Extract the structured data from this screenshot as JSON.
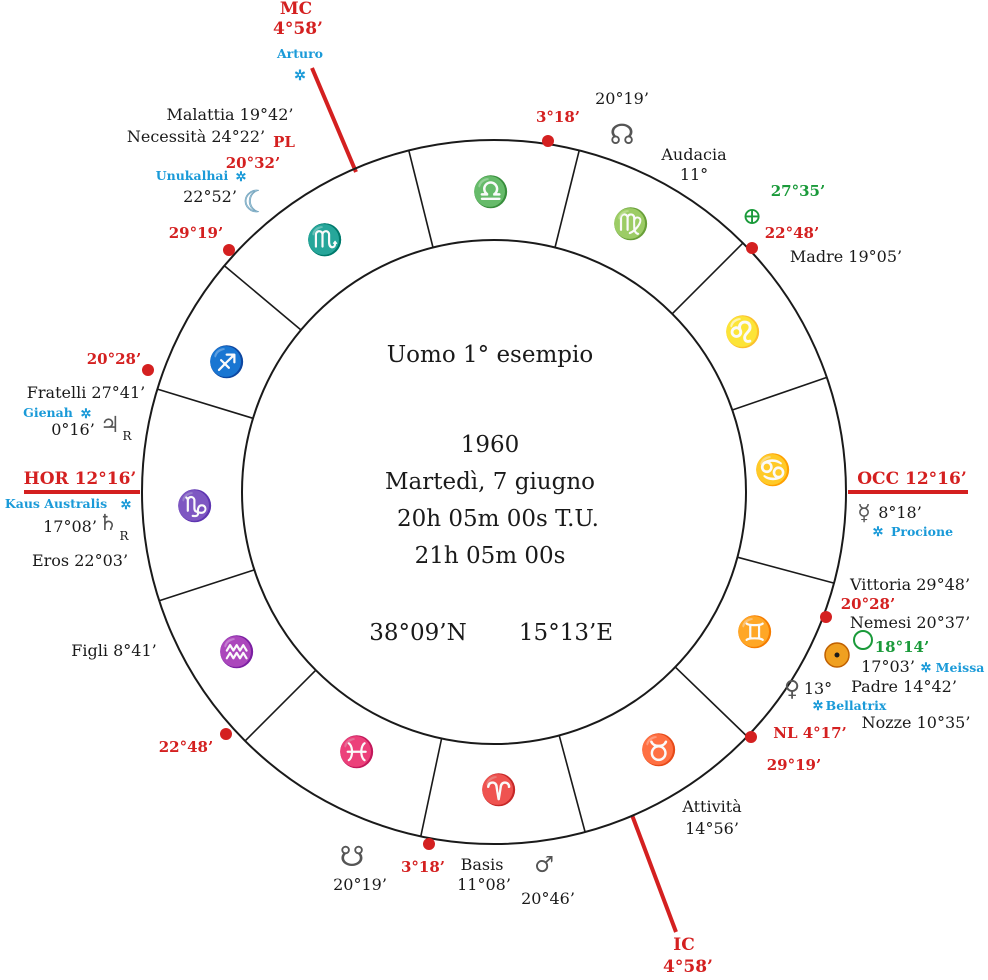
{
  "center": {
    "title": "Uomo 1° esempio",
    "year": "1960",
    "date": "Martedì, 7 giugno",
    "time_ut": "20h 05m 00s T.U.",
    "time_local": "21h 05m 00s",
    "latitude": "38°09’N",
    "longitude": "15°13’E"
  },
  "angles": {
    "mc_label": "MC",
    "mc_deg": "4°58’",
    "ic_label": "IC",
    "ic_deg": "4°58’",
    "asc": "HOR 12°16’",
    "desc": "OCC 12°16’"
  },
  "zodiac": {
    "libra": "♎",
    "virgo": "♍",
    "leo": "♌",
    "cancer": "♋",
    "gemini": "♊",
    "taurus": "♉",
    "aries": "♈",
    "pisces": "♓",
    "aquarius": "♒",
    "capricorn": "♑",
    "sagittarius": "♐",
    "scorpio": "♏"
  },
  "cusps": {
    "c_3_18_top": "3°18’",
    "c_22_48_top": "22°48’",
    "c_29_19_top": "29°19’",
    "c_20_28_left": "20°28’",
    "c_20_28_right": "20°28’",
    "c_29_19_bottom": "29°19’",
    "c_3_18_bottom": "3°18’",
    "c_22_48_bottom": "22°48’"
  },
  "points": {
    "arturo": "Arturo",
    "malattia": "Malattia 19°42’",
    "necessita": "Necessità 24°22’",
    "pl": "PL",
    "pl_deg": "20°32’",
    "unukalhai": "Unukalhai",
    "moon_glyph": "☾",
    "moon_deg": "22°52’",
    "node_n_glyph": "☊",
    "node_n_deg": "20°19’",
    "audacia": "Audacia",
    "audacia_deg": "11°",
    "fortuna_glyph": "⊕",
    "fortuna_deg": "27°35’",
    "madre": "Madre 19°05’",
    "fratelli": "Fratelli 27°41’",
    "gienah": "Gienah",
    "jupiter_glyph": "♃",
    "jupiter_r": "R",
    "jupiter_deg": "0°16’",
    "kaus": "Kaus Australis",
    "saturn_glyph": "♄",
    "saturn_r": "R",
    "saturn_deg": "17°08’",
    "eros": "Eros 22°03’",
    "figli": "Figli 8°41’",
    "mercury_glyph": "☿",
    "mercury_deg": "8°18’",
    "procione": "Procione",
    "vittoria": "Vittoria  29°48’",
    "nemesi": "Nemesi 20°37’",
    "lilith_deg": "18°14’",
    "sun_deg": "17°03’",
    "meissa": "Meissa",
    "venus_glyph": "♀",
    "venus_deg": "13°",
    "padre": "Padre 14°42’",
    "bellatrix": "Bellatrix",
    "nozze": "Nozze 10°35’",
    "nl": "NL 4°17’",
    "attivita": "Attività",
    "attivita_deg": "14°56’",
    "basis": "Basis",
    "basis_deg": "11°08’",
    "mars_glyph": "♂",
    "mars_deg": "20°46’",
    "node_s_glyph": "☋",
    "node_s_deg": "20°19’"
  },
  "colors": {
    "red": "#d42020",
    "green": "#1a9a3a",
    "blue": "#1a9ad8",
    "sun_fill": "#f0a020",
    "moon_fill": "#bfe0f2"
  }
}
